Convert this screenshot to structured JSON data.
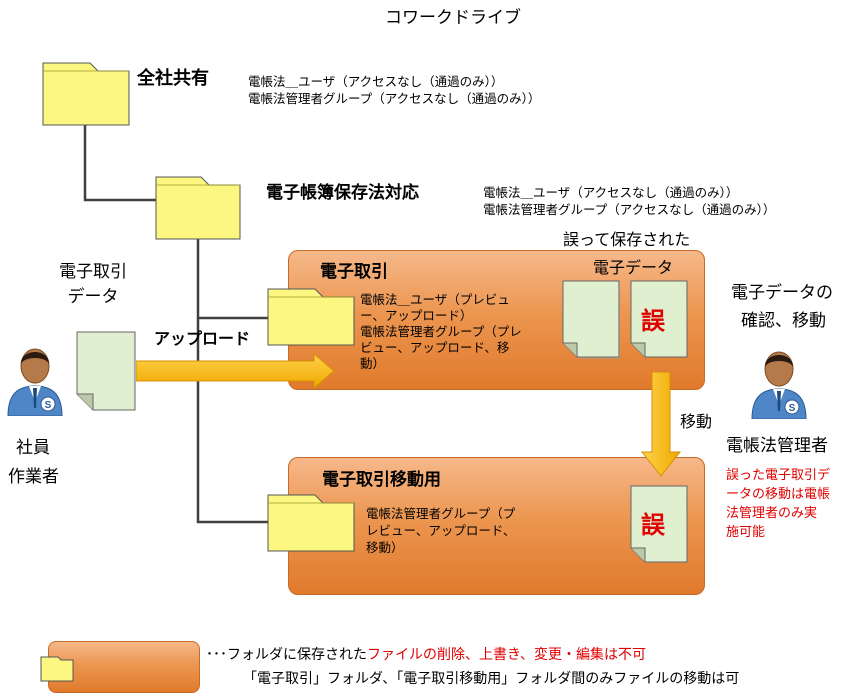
{
  "title": "コワークドライブ",
  "folders": {
    "company_shared": {
      "label": "全社共有",
      "perm_lines": [
        "電帳法＿ユーザ（アクセスなし（通過のみ））",
        "電帳法管理者グループ（アクセスなし（通過のみ））"
      ]
    },
    "ebook_law": {
      "label": "電子帳簿保存法対応",
      "perm_lines": [
        "電帳法＿ユーザ（アクセスなし（通過のみ））",
        "電帳法管理者グループ（アクセスなし（通過のみ））"
      ]
    },
    "etransaction": {
      "label": "電子取引",
      "perm_lines": [
        "電帳法＿ユーザ（プレビュ",
        "ー、アップロード）",
        "電帳法管理者グループ（プレ",
        "ビュー、アップロード、移",
        "動）"
      ]
    },
    "etransaction_move": {
      "label": "電子取引移動用",
      "perm_lines": [
        "電帳法管理者グループ（プ",
        "レビュー、アップロード、",
        "移動）"
      ]
    }
  },
  "left_doc_label_lines": [
    "電子取引",
    "データ"
  ],
  "upload_label": "アップロード",
  "employee_label_lines": [
    "社員",
    "作業者"
  ],
  "wrong_saved_label_lines": [
    "誤って保存された",
    "電子データ"
  ],
  "wrong_glyph": "誤",
  "move_label": "移動",
  "admin_task_lines": [
    "電子データの",
    "確認、移動"
  ],
  "admin_label": "電帳法管理者",
  "admin_note_lines": [
    "誤った電子取引デ",
    "ータの移動は電帳",
    "法管理者のみ実",
    "施可能"
  ],
  "legend": {
    "prefix": "･･･フォルダに保存された",
    "red": "ファイルの削除、上書き、変更・編集は不可",
    "line2": "「電子取引」フォルダ、「電子取引移動用」フォルダ間のみファイルの移動は可"
  },
  "colors": {
    "folder_fill": "#fbf780",
    "orange": "#ec9650",
    "arrow": "#f5b400",
    "doc_fill": "#e0efcf",
    "red_text": "#e00000"
  }
}
